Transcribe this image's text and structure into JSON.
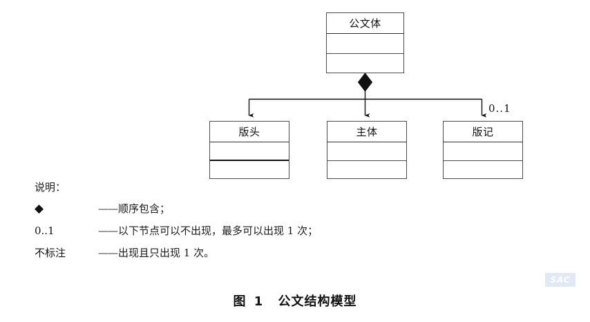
{
  "diagram": {
    "parent": {
      "title": "公文体",
      "compartments": 2
    },
    "children": [
      {
        "title": "版头",
        "multiplicity": ""
      },
      {
        "title": "主体",
        "multiplicity": ""
      },
      {
        "title": "版记",
        "multiplicity": "0..1"
      }
    ],
    "relation": {
      "type": "composition",
      "diamond": "filled-diamond"
    }
  },
  "legend": {
    "heading": "说明：",
    "rows": [
      {
        "key": "◆",
        "dash": "——",
        "text": "顺序包含；"
      },
      {
        "key": "0..1",
        "dash": "——",
        "text": "以下节点可以不出现，最多可以出现 1 次；"
      },
      {
        "key": "不标注",
        "dash": "——",
        "text": "出现且只出现 1 次。"
      }
    ]
  },
  "caption": {
    "prefix": "图",
    "number": "1",
    "title": "公文结构模型"
  },
  "watermark": {
    "text": "SAC"
  },
  "colors": {
    "box_border": "#4a4a4a",
    "line": "#111111",
    "text": "#1a1a1a",
    "watermark_bg": "#dbe6f4"
  }
}
